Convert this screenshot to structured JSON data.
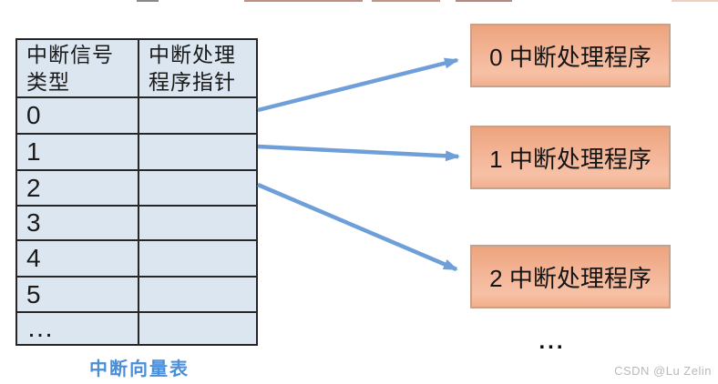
{
  "vector_table": {
    "caption": "中断向量表",
    "header": {
      "col1": "中断信号\n类型",
      "col2": "中断处理\n程序指针"
    },
    "rows": [
      "0",
      "1",
      "2",
      "3",
      "4",
      "5",
      "…"
    ]
  },
  "handlers": {
    "box0": "0 中断处理程序",
    "box1": "1 中断处理程序",
    "box2": "2 中断处理程序",
    "more": "..."
  },
  "watermark": "CSDN @Lu Zelin",
  "colors": {
    "table_cell_fill": "#dce6f1",
    "table_border": "#262626",
    "caption_blue": "#4a8ed8",
    "arrow_blue": "#6f9fd8",
    "handler_fill": "#f3b394",
    "handler_border": "#c7a189",
    "watermark_gray": "#b9b9b9"
  }
}
